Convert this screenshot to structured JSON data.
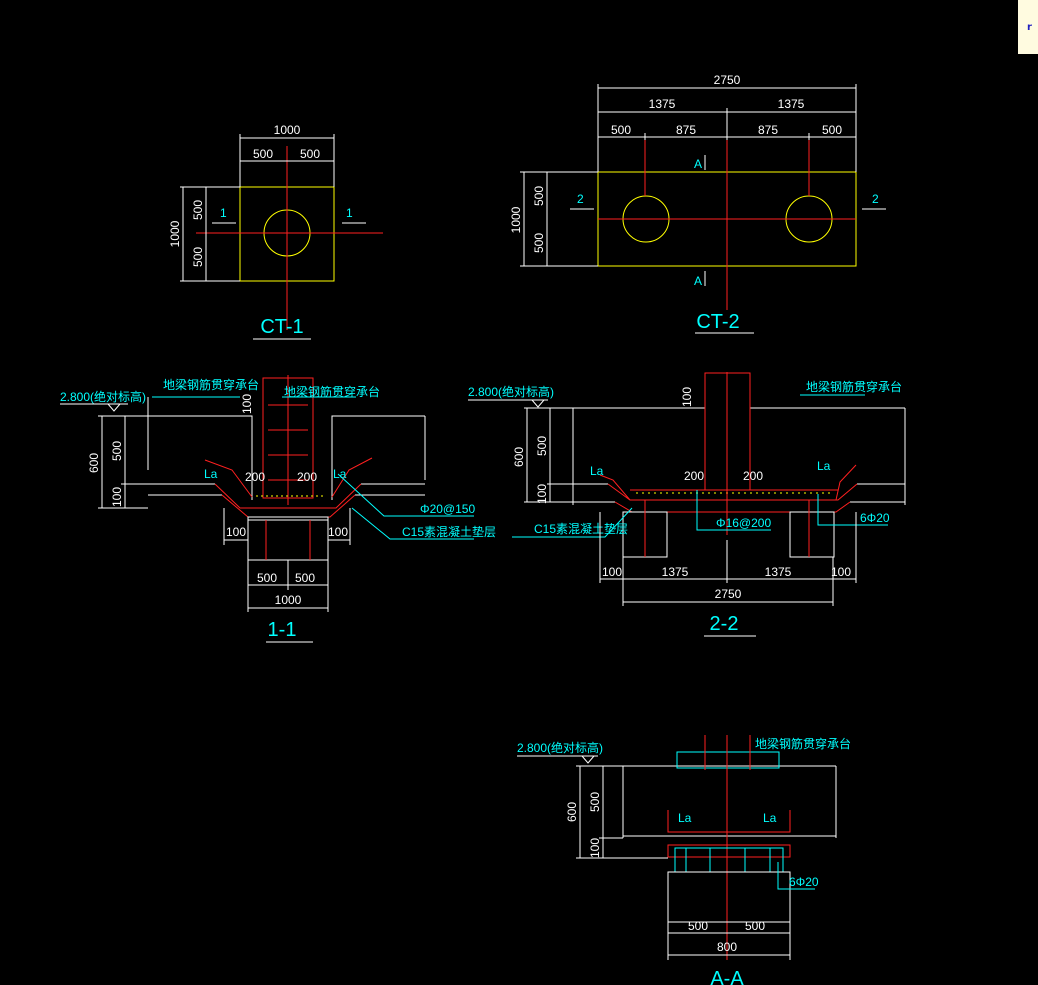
{
  "colors": {
    "background": "#000000",
    "outline": "#ffff00",
    "rebar": "#ff2020",
    "dimension": "#ffffff",
    "annotation": "#00ffff"
  },
  "plans": {
    "ct1": {
      "title": "CT-1",
      "width": "1000",
      "half_left": "500",
      "half_right": "500",
      "height": "1000",
      "half_top": "500",
      "half_bottom": "500",
      "section_mark": "1"
    },
    "ct2": {
      "title": "CT-2",
      "overall": "2750",
      "half_left": "1375",
      "half_right": "1375",
      "seg1": "500",
      "seg2": "875",
      "seg3": "875",
      "seg4": "500",
      "height": "1000",
      "half_top": "500",
      "half_bottom": "500",
      "section_mark": "2",
      "section_a": "A"
    }
  },
  "sections": {
    "s11": {
      "title": "1-1",
      "elevation": "2.800(绝对标高)",
      "note_beam": "地梁钢筋贯穿承台",
      "dim_600": "600",
      "dim_500": "500",
      "dim_100": "100",
      "dim_top_100": "100",
      "la": "La",
      "d200a": "200",
      "d200b": "200",
      "rebar": "Φ20@150",
      "cushion": "C15素混凝土垫层",
      "b100a": "100",
      "b100b": "100",
      "b500a": "500",
      "b500b": "500",
      "b1000": "1000"
    },
    "s22": {
      "title": "2-2",
      "elevation": "2.800(绝对标高)",
      "note_beam": "地梁钢筋贯穿承台",
      "dim_600": "600",
      "dim_500": "500",
      "dim_100": "100",
      "dim_top_100": "100",
      "la": "La",
      "d200a": "200",
      "d200b": "200",
      "stirrup": "Φ16@200",
      "rebar": "6Φ20",
      "cushion": "C15素混凝土垫层",
      "b100a": "100",
      "b1375a": "1375",
      "b1375b": "1375",
      "b100b": "100",
      "b2750": "2750"
    },
    "saa": {
      "title": "A-A",
      "elevation": "2.800(绝对标高)",
      "note_beam": "地梁钢筋贯穿承台",
      "dim_600": "600",
      "dim_500": "500",
      "dim_100": "100",
      "la": "La",
      "rebar": "6Φ20",
      "b500a": "500",
      "b500b": "500",
      "b800": "800"
    }
  },
  "corner_badge": "r"
}
